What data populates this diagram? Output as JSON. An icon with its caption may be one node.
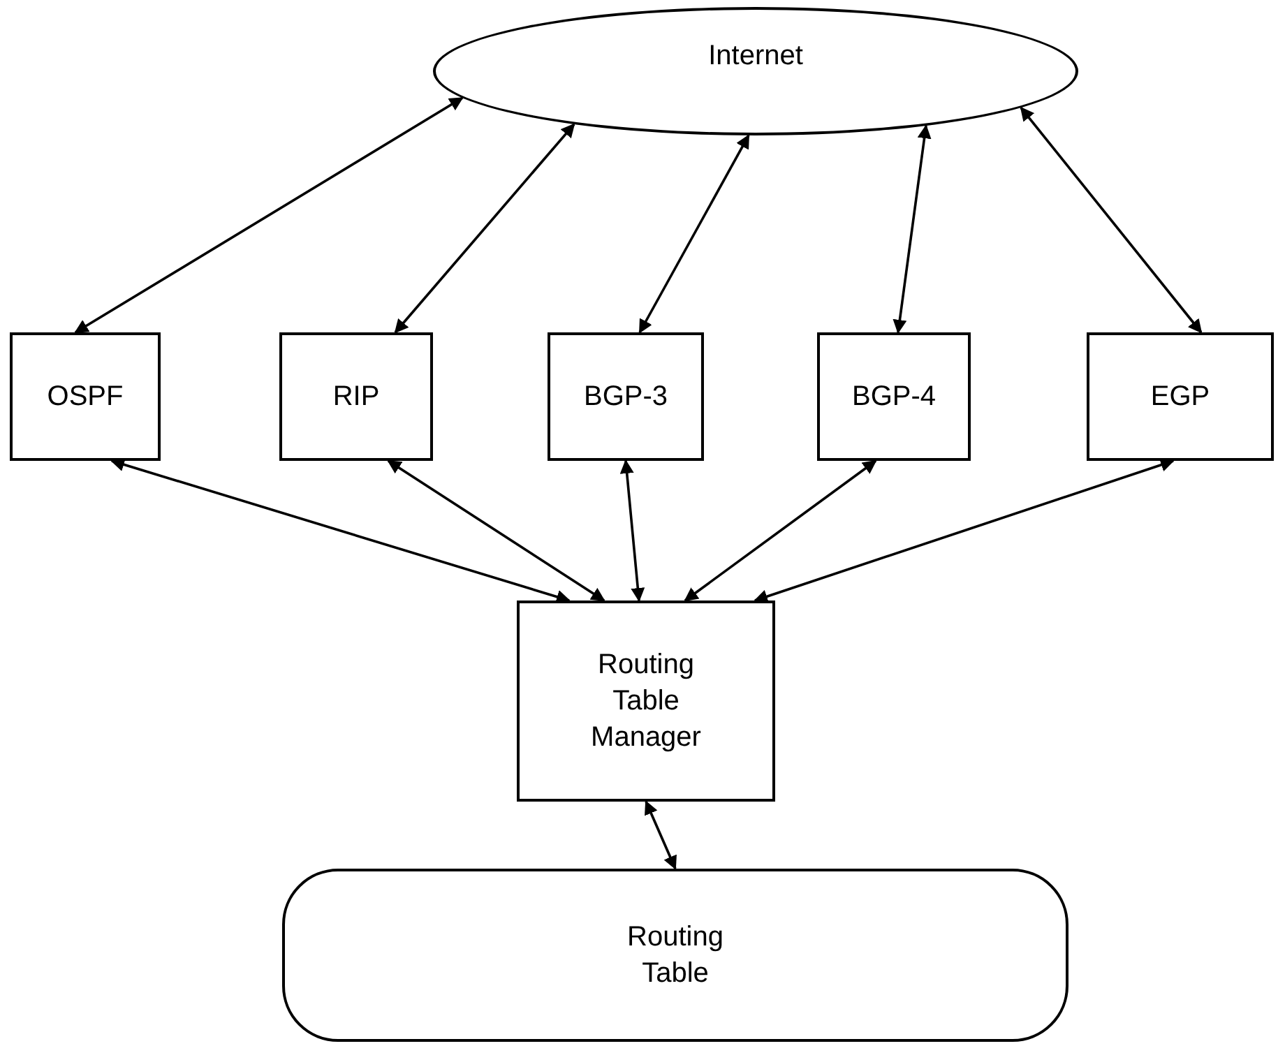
{
  "diagram": {
    "nodes": [
      {
        "text": [
          "Internet"
        ]
      },
      {
        "text": [
          "OSPF"
        ]
      },
      {
        "text": [
          "RIP"
        ]
      },
      {
        "text": [
          "BGP-3"
        ]
      },
      {
        "text": [
          "BGP-4"
        ]
      },
      {
        "text": [
          "EGP"
        ]
      },
      {
        "text": [
          "Routing Table Manager"
        ]
      },
      {
        "text": [
          "Routing Table"
        ]
      }
    ],
    "edges": [
      {
        "from": 0,
        "to": 1,
        "arrow": "both"
      },
      {
        "from": 0,
        "to": 2,
        "arrow": "both"
      },
      {
        "from": 0,
        "to": 3,
        "arrow": "both"
      },
      {
        "from": 0,
        "to": 4,
        "arrow": "both"
      },
      {
        "from": 0,
        "to": 5,
        "arrow": "both"
      },
      {
        "from": 1,
        "to": 6,
        "arrow": "both"
      },
      {
        "from": 2,
        "to": 6,
        "arrow": "both"
      },
      {
        "from": 3,
        "to": 6,
        "arrow": "both"
      },
      {
        "from": 4,
        "to": 6,
        "arrow": "both"
      },
      {
        "from": 5,
        "to": 6,
        "arrow": "both"
      },
      {
        "from": 6,
        "to": 7,
        "arrow": "both"
      }
    ]
  }
}
